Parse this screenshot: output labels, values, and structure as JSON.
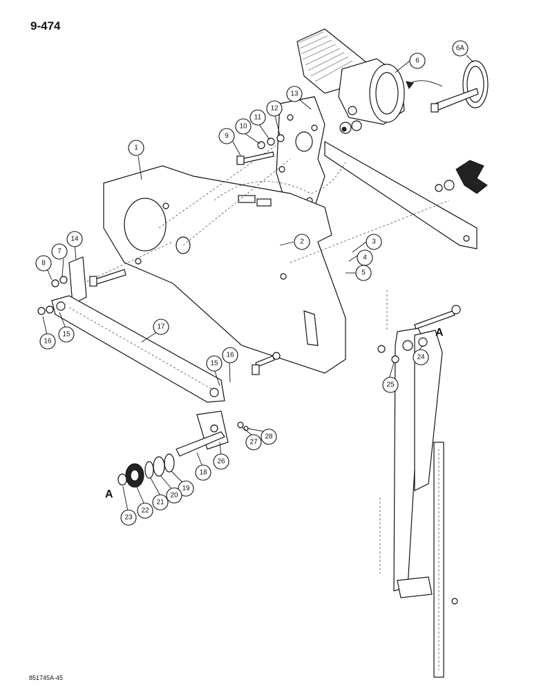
{
  "page_number": "9-474",
  "drawing_code": "851745A-45",
  "reference_letters": [
    "A",
    "A"
  ],
  "callouts": [
    "1",
    "2",
    "3",
    "4",
    "5",
    "6",
    "6A",
    "7",
    "8",
    "9",
    "10",
    "11",
    "12",
    "13",
    "14",
    "15",
    "15",
    "16",
    "16",
    "17",
    "18",
    "19",
    "20",
    "21",
    "22",
    "23",
    "24",
    "25",
    "26",
    "27",
    "28"
  ]
}
